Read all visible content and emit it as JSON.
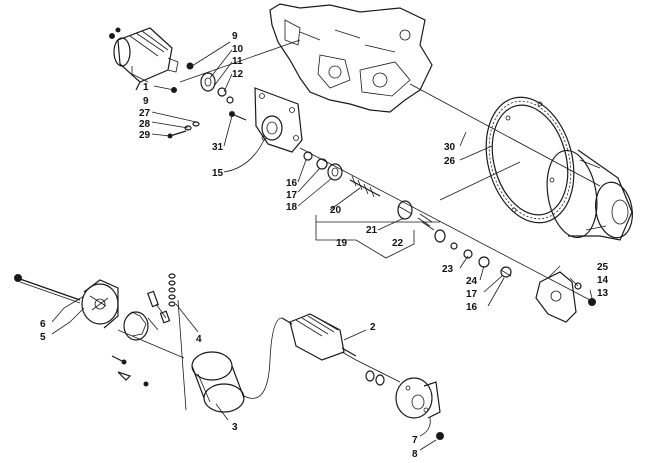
{
  "diagram": {
    "callouts": {
      "c1": "1",
      "c2": "2",
      "c3": "3",
      "c4": "4",
      "c5": "5",
      "c6": "6",
      "c7": "7",
      "c8": "8",
      "c9a": "9",
      "c9b": "9",
      "c10": "10",
      "c11": "11",
      "c12": "12",
      "c13": "13",
      "c14": "14",
      "c15": "15",
      "c16a": "16",
      "c16b": "16",
      "c17a": "17",
      "c17b": "17",
      "c18": "18",
      "c19": "19",
      "c20": "20",
      "c21": "21",
      "c22": "22",
      "c23": "23",
      "c24": "24",
      "c25": "25",
      "c26": "26",
      "c27": "27",
      "c28": "28",
      "c29": "29",
      "c30": "30",
      "c31": "31"
    }
  }
}
